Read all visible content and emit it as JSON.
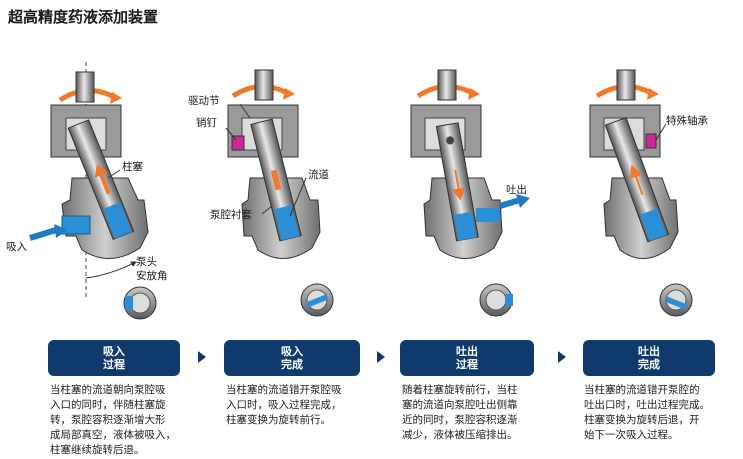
{
  "title": "超高精度药液添加装置",
  "labels": {
    "plunger": "柱塞",
    "inlet": "吸入",
    "pump_head_line1": "泵头",
    "pump_head_line2": "安放角",
    "drive_section": "驱动节",
    "pin": "销钉",
    "flow_path": "流道",
    "pump_liner": "泵腔衬套",
    "outlet": "吐出",
    "special_bearing": "特殊轴承"
  },
  "stages": [
    {
      "line1": "吸入",
      "line2": "过程",
      "text": "当柱塞的流道朝向泵腔吸\n入口的同时，伴随柱塞旋\n转，泵腔容积逐渐增大形\n成局部真空，液体被吸入，\n柱塞继续旋转后退。"
    },
    {
      "line1": "吸入",
      "line2": "完成",
      "text": "当柱塞的流道错开泵腔吸\n入口时，吸入过程完成，\n柱塞变换为旋转前行。"
    },
    {
      "line1": "吐出",
      "line2": "过程",
      "text": "随着柱塞旋转前行，当柱\n塞的流道向泵腔吐出侧靠\n近的同时，泵腔容积逐渐\n减少，液体被压缩排出。"
    },
    {
      "line1": "吐出",
      "line2": "完成",
      "text": "当柱塞的流道错开泵腔的\n吐出口时，吐出过程完成。\n柱塞变换为旋转后退，开\n始下一次吸入过程。"
    }
  ],
  "colors": {
    "stage_box": "#0f3a6b",
    "rotation_arrow": "#f07a2a",
    "flow_arrow": "#1f7bc4",
    "fluid": "#2b8fd8",
    "pin": "#cc2a9b",
    "body_gray": "#8c8c8c"
  }
}
